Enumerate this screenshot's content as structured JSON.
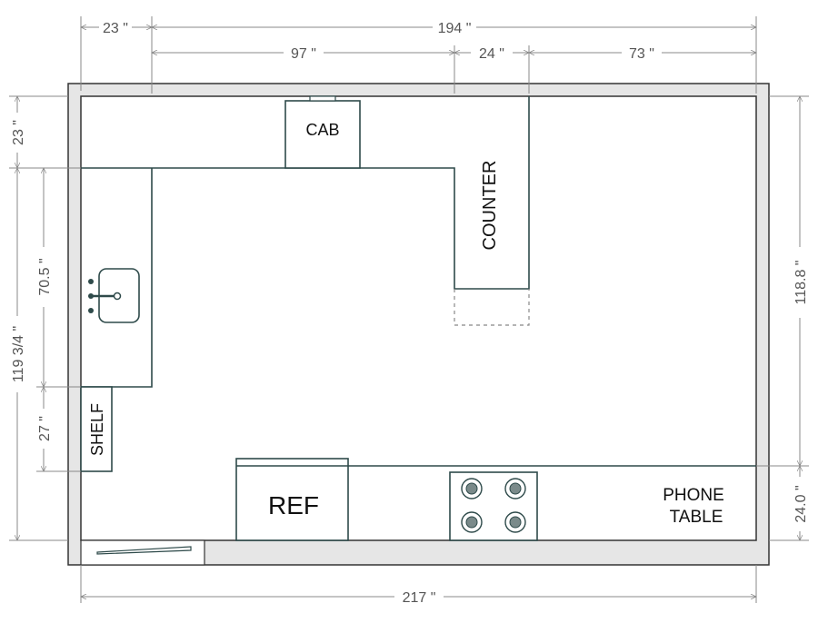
{
  "dimensions": {
    "top_left": "23 \"",
    "top_total": "194 \"",
    "top_mid": "97 \"",
    "top_gap": "24 \"",
    "top_right": "73 \"",
    "left_top": "23 \"",
    "left_total": "119 3/4 \"",
    "left_inner": "70.5 \"",
    "left_shelf": "27 \"",
    "right_total": "118.8 \"",
    "right_bottom": "24.0 \"",
    "bottom_total": "217 \""
  },
  "labels": {
    "cabinet": "CAB",
    "counter": "COUNTER",
    "shelf": "SHELF",
    "refrigerator": "REF",
    "phone_table_line1": "PHONE",
    "phone_table_line2": "TABLE"
  },
  "colors": {
    "wall_fill": "#e6e6e6",
    "outline": "#2e4a4a",
    "dimension": "#888888"
  }
}
